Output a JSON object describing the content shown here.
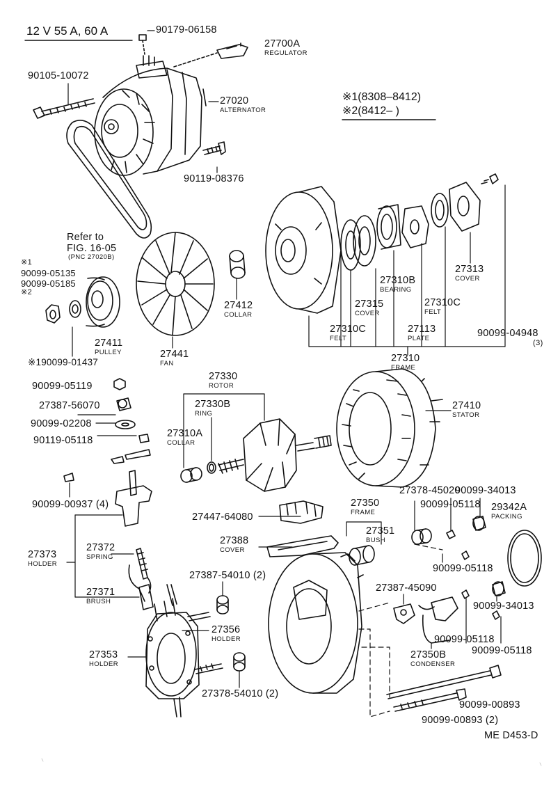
{
  "header": {
    "title": "12 V  55 A, 60 A",
    "cond1": "※1(8308–8412)",
    "cond2": "※2(8412–        )"
  },
  "footer": {
    "code": "ME  D453-D"
  },
  "refer": {
    "line1": "Refer to",
    "line2": "FIG. 16-05",
    "line3": "(PNC 27020B)"
  },
  "parts": {
    "p90179_06158": "90179-06158",
    "p27700A": "27700A",
    "regulator": "REGULATOR",
    "p90105_10072": "90105-10072",
    "p27020": "27020",
    "alternator": "ALTERNATOR",
    "p90119_08376": "90119-08376",
    "star1": "※1",
    "p90099_05135": "90099-05135",
    "p90099_05185": "90099-05185",
    "star2": "※2",
    "p27411": "27411",
    "pulley": "PULLEY",
    "p90099_01437": "※190099-01437",
    "p27441": "27441",
    "fan": "FAN",
    "p27412": "27412",
    "collar": "COLLAR",
    "p27310C_a": "27310C",
    "felt_a": "FELT",
    "p27315": "27315",
    "cover_a": "COVER",
    "p27310B": "27310B",
    "bearing": "BEARING",
    "p27113": "27113",
    "plate": "PLATE",
    "p27310C_b": "27310C",
    "felt_b": "FELT",
    "p27313": "27313",
    "cover_b": "COVER",
    "p90099_04948": "90099-04948",
    "qty3": "(3)",
    "p27310": "27310",
    "frame_a": "FRAME",
    "p90099_05119": "90099-05119",
    "p27387_56070": "27387-56070",
    "p90099_02208": "90099-02208",
    "p90119_05118": "90119-05118",
    "p27330": "27330",
    "rotor": "ROTOR",
    "p27330B": "27330B",
    "ring": "RING",
    "p27310A": "27310A",
    "collar_b": "COLLAR",
    "p27410": "27410",
    "stator": "STATOR",
    "p90099_00937": "90099-00937 (4)",
    "p27378_45020": "27378-45020",
    "p90099_34013_a": "90099-34013",
    "p27447_64080": "27447-64080",
    "p27350": "27350",
    "frame_b": "FRAME",
    "p90099_05118_a": "90099-05118",
    "p29342A": "29342A",
    "packing": "PACKING",
    "p27388": "27388",
    "cover_c": "COVER",
    "p27351": "27351",
    "bush": "BUSH",
    "p27373": "27373",
    "holder_a": "HOLDER",
    "p27372": "27372",
    "spring": "SPRING",
    "p27371": "27371",
    "brush": "BRUSH",
    "p90099_05118_b": "90099-05118",
    "p27387_54010": "27387-54010 (2)",
    "p27387_45090": "27387-45090",
    "p90099_34013_b": "90099-34013",
    "p27356": "27356",
    "holder_b": "HOLDER",
    "p90099_05118_c": "90099-05118",
    "p90099_05118_d": "90099-05118",
    "p27350B": "27350B",
    "condenser": "CONDENSER",
    "p27353": "27353",
    "holder_c": "HOLDER",
    "p27378_54010": "27378-54010 (2)",
    "p90099_00893_a": "90099-00893",
    "p90099_00893_b": "90099-00893 (2)"
  }
}
